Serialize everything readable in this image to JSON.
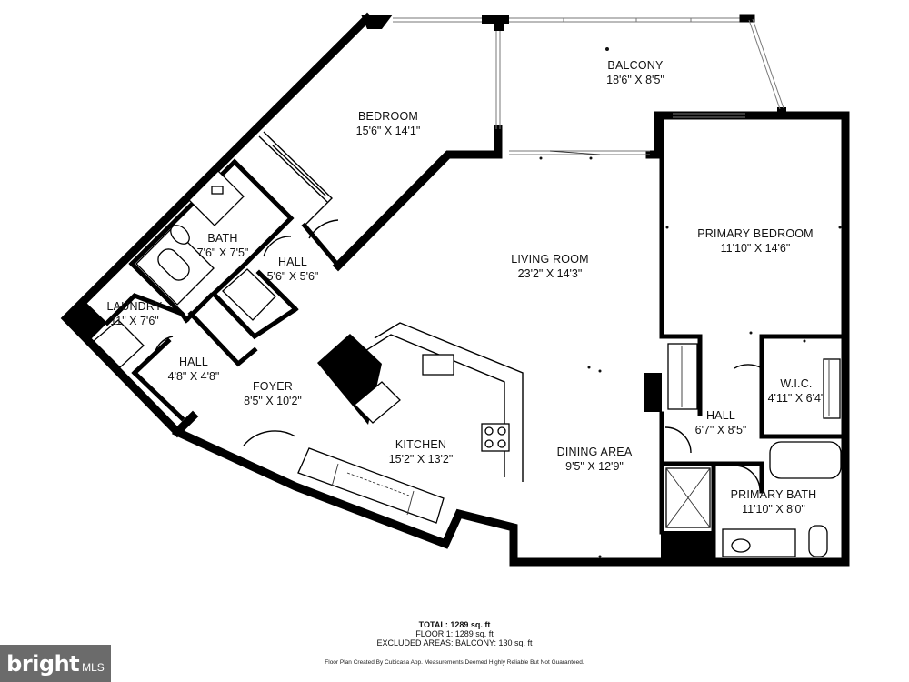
{
  "rooms": [
    {
      "id": "bedroom",
      "name": "BEDROOM",
      "dims": "15'6\" X 14'1\""
    },
    {
      "id": "balcony",
      "name": "BALCONY",
      "dims": "18'6\" X 8'5\""
    },
    {
      "id": "primary-bedroom",
      "name": "PRIMARY BEDROOM",
      "dims": "11'10\" X 14'6\""
    },
    {
      "id": "bath",
      "name": "BATH",
      "dims": "7'6\" X 7'5\""
    },
    {
      "id": "hall-upper",
      "name": "HALL",
      "dims": "5'6\" X 5'6\""
    },
    {
      "id": "living-room",
      "name": "LIVING ROOM",
      "dims": "23'2\" X 14'3\""
    },
    {
      "id": "laundry",
      "name": "LAUNDRY",
      "dims": "11\" X 7'6\""
    },
    {
      "id": "hall-lower",
      "name": "HALL",
      "dims": "4'8\" X 4'8\""
    },
    {
      "id": "foyer",
      "name": "FOYER",
      "dims": "8'5\" X 10'2\""
    },
    {
      "id": "kitchen",
      "name": "KITCHEN",
      "dims": "15'2\" X 13'2\""
    },
    {
      "id": "dining-area",
      "name": "DINING AREA",
      "dims": "9'5\" X 12'9\""
    },
    {
      "id": "wic",
      "name": "W.I.C.",
      "dims": "4'11\" X 6'4\""
    },
    {
      "id": "hall-right",
      "name": "HALL",
      "dims": "6'7\" X 8'5\""
    },
    {
      "id": "primary-bath",
      "name": "PRIMARY BATH",
      "dims": "11'10\" X 8'0\""
    }
  ],
  "summary": {
    "total": "TOTAL: 1289 sq. ft",
    "floor": "FLOOR 1: 1289 sq. ft",
    "excluded": "EXCLUDED AREAS: BALCONY: 130 sq. ft"
  },
  "credit": "Floor Plan Created By Cubicasa App. Measurements Deemed Highly Reliable But Not Guaranteed.",
  "logo": {
    "brand": "bright",
    "suffix": "MLS"
  }
}
